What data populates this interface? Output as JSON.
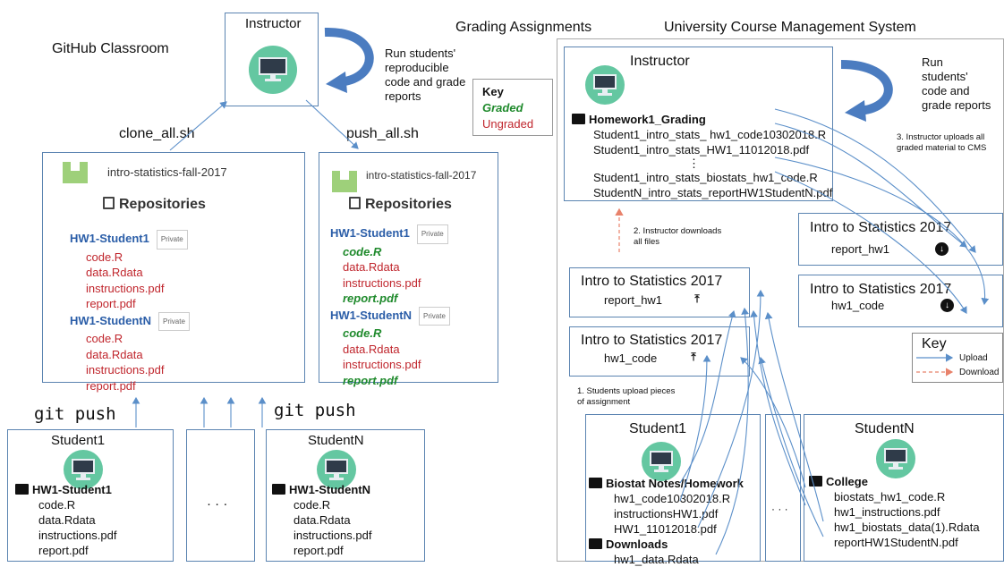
{
  "headings": {
    "github": "GitHub Classroom",
    "grading": "Grading Assignments",
    "cms": "University Course Management System"
  },
  "left": {
    "instructor": "Instructor",
    "run_note": [
      "Run students'",
      "reproducible",
      "code and grade",
      "reports"
    ],
    "clone": "clone_all.sh",
    "push": "push_all.sh",
    "git_push": "git push",
    "ellipsis": "· · ·",
    "repo_before": {
      "org": "intro-statistics-fall-2017",
      "title": "Repositories",
      "private": "Private",
      "s1": "HW1-Student1",
      "sN": "HW1-StudentN",
      "files": [
        "code.R",
        "data.Rdata",
        "instructions.pdf",
        "report.pdf"
      ]
    },
    "repo_after": {
      "org": "intro-statistics-fall-2017",
      "title": "Repositories",
      "private": "Private",
      "s1": "HW1-Student1",
      "sN": "HW1-StudentN",
      "files": [
        "code.R",
        "data.Rdata",
        "instructions.pdf",
        "report.pdf"
      ]
    },
    "student1": {
      "name": "Student1",
      "folder": "HW1-Student1",
      "files": [
        "code.R",
        "data.Rdata",
        "instructions.pdf",
        "report.pdf"
      ]
    },
    "studentN": {
      "name": "StudentN",
      "folder": "HW1-StudentN",
      "files": [
        "code.R",
        "data.Rdata",
        "instructions.pdf",
        "report.pdf"
      ]
    }
  },
  "key_left": {
    "title": "Key",
    "graded": "Graded",
    "ungraded": "Ungraded"
  },
  "right": {
    "instructor": "Instructor",
    "run_note": [
      "Run",
      "students'",
      "code and",
      "grade reports"
    ],
    "folder": "Homework1_Grading",
    "files": [
      "Student1_intro_stats_ hw1_code10302018.R",
      "Student1_intro_stats_HW1_11012018.pdf",
      "⋮",
      "Student1_intro_stats_biostats_hw1_code.R",
      "StudentN_intro_stats_reportHW1StudentN.pdf"
    ],
    "step1": [
      "1. Students upload pieces",
      "of assignment"
    ],
    "step2": [
      "2. Instructor downloads",
      "all files"
    ],
    "step3": [
      "3. Instructor uploads all",
      "graded material to CMS"
    ],
    "course_title": "Intro to Statistics 2017",
    "report_item": "report_hw1",
    "code_item": "hw1_code",
    "ellipsis": "· · ·",
    "student1": {
      "name": "Student1",
      "folder1": "Biostat Notes/Homework",
      "files1": [
        "hw1_code10302018.R",
        "instructionsHW1.pdf",
        "HW1_11012018.pdf"
      ],
      "folder2": "Downloads",
      "files2": [
        "hw1_data.Rdata"
      ]
    },
    "studentN": {
      "name": "StudentN",
      "folder": "College",
      "files": [
        "biostats_hw1_code.R",
        "hw1_instructions.pdf",
        "hw1_biostats_data(1).Rdata",
        "reportHW1StudentN.pdf"
      ]
    }
  },
  "key_right": {
    "title": "Key",
    "upload": "Upload",
    "download": "Download"
  },
  "colors": {
    "box_border": "#5b84b1",
    "arrow_blue": "#5b8fc9",
    "download_arrow": "#e8826b",
    "red": "#c0262d",
    "green": "#1f8a2c",
    "icon_teal": "#64c7a1"
  }
}
